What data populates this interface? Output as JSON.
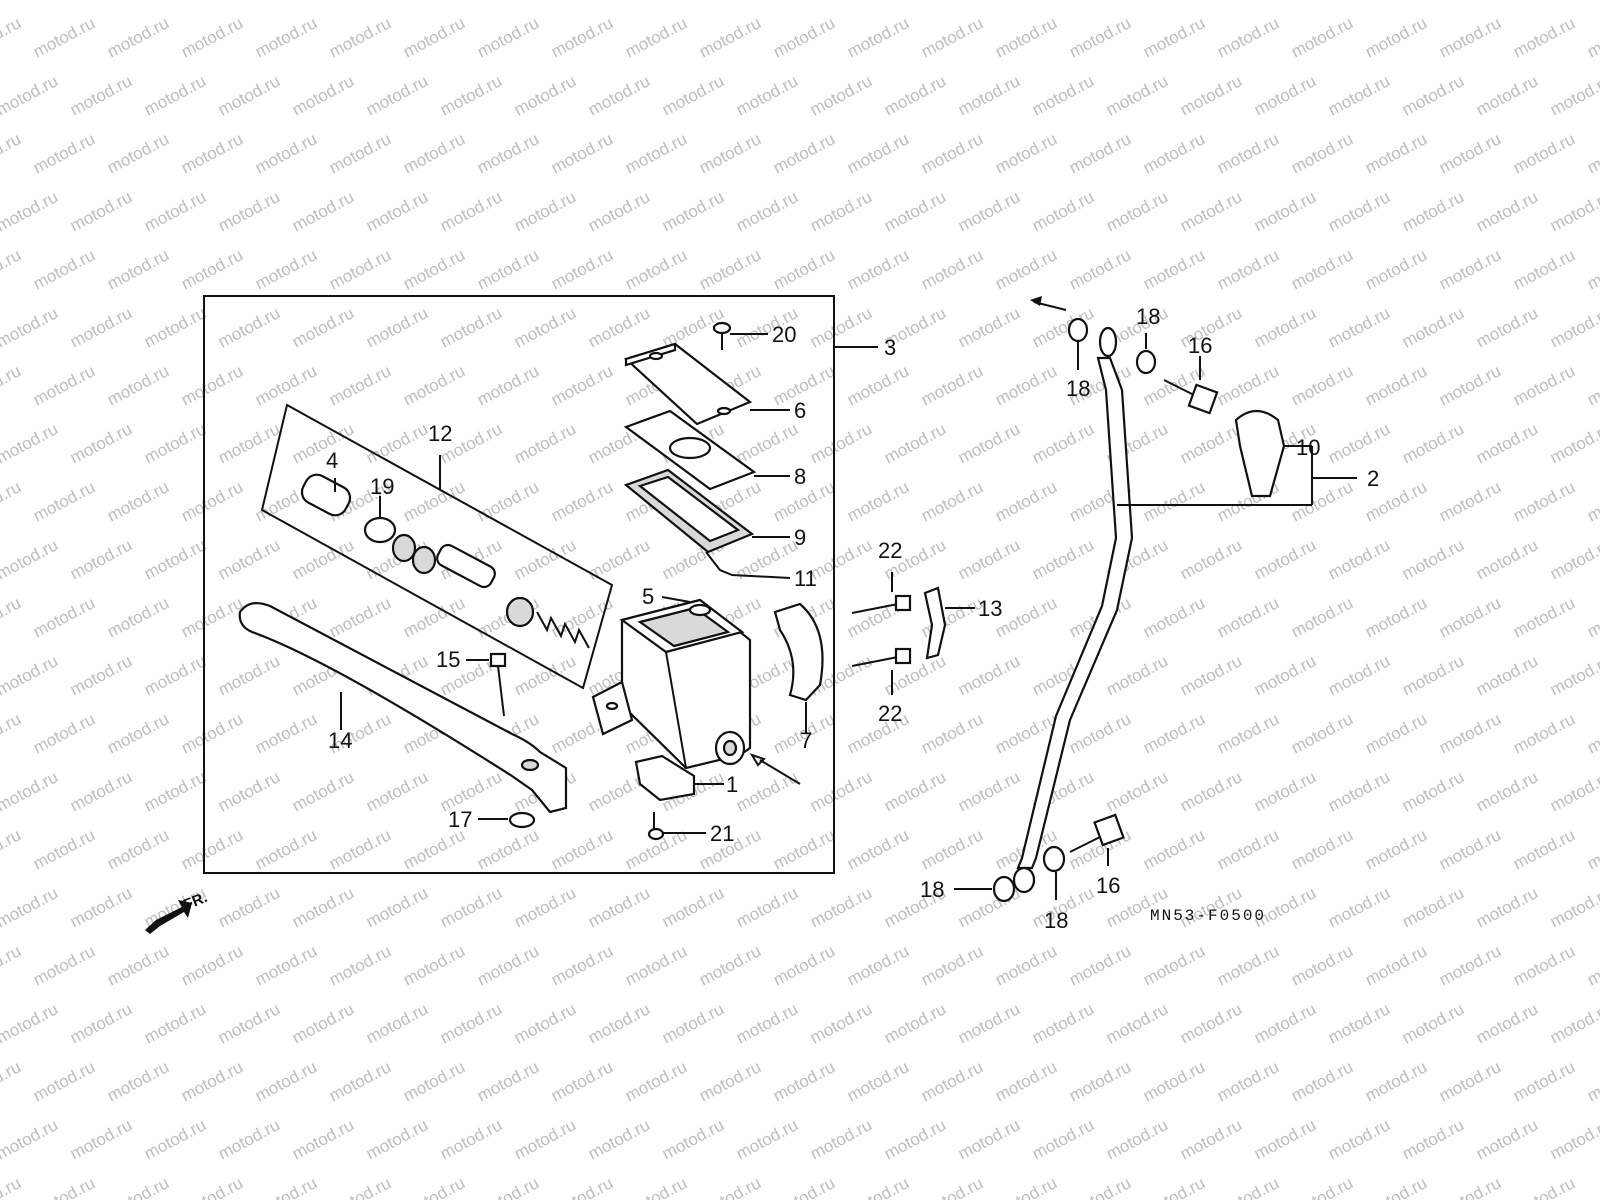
{
  "watermark": {
    "text": "motod.ru",
    "color": "#bdbdbd"
  },
  "diagram_code": "MN53-F0500",
  "front_marker": {
    "text": "FR.",
    "icon": "front-arrow-icon"
  },
  "colors": {
    "ink": "#111111",
    "paper": "#ffffff",
    "fill": "#d9d9d9"
  },
  "callouts": {
    "c1": "1",
    "c2": "2",
    "c3": "3",
    "c4": "4",
    "c5": "5",
    "c6": "6",
    "c7": "7",
    "c8": "8",
    "c9": "9",
    "c10": "10",
    "c11": "11",
    "c12": "12",
    "c13": "13",
    "c14": "14",
    "c15": "15",
    "c16a": "16",
    "c16b": "16",
    "c17": "17",
    "c18a": "18",
    "c18b": "18",
    "c18c": "18",
    "c18d": "18",
    "c19": "19",
    "c20": "20",
    "c21": "21",
    "c22a": "22",
    "c22b": "22"
  }
}
